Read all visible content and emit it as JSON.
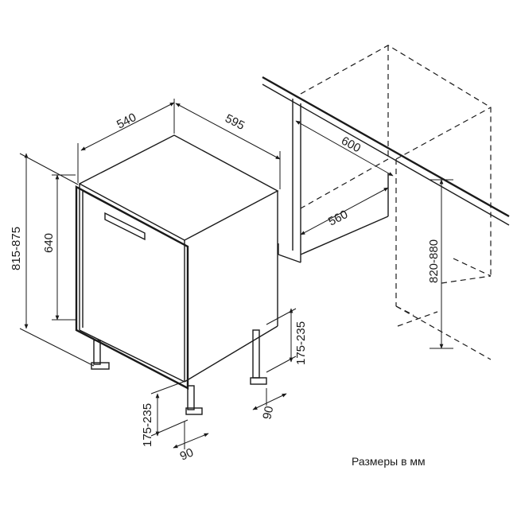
{
  "dimensions": {
    "depth_540": "540",
    "width_595": "595",
    "niche_depth_600": "600",
    "niche_width_560": "560",
    "total_height": "815-875",
    "door_height": "640",
    "niche_height": "820-880",
    "plinth_height_left": "175-235",
    "plinth_height_right": "175-235",
    "plinth_depth_left": "90",
    "plinth_depth_right": "90"
  },
  "footnote": "Размеры в мм"
}
